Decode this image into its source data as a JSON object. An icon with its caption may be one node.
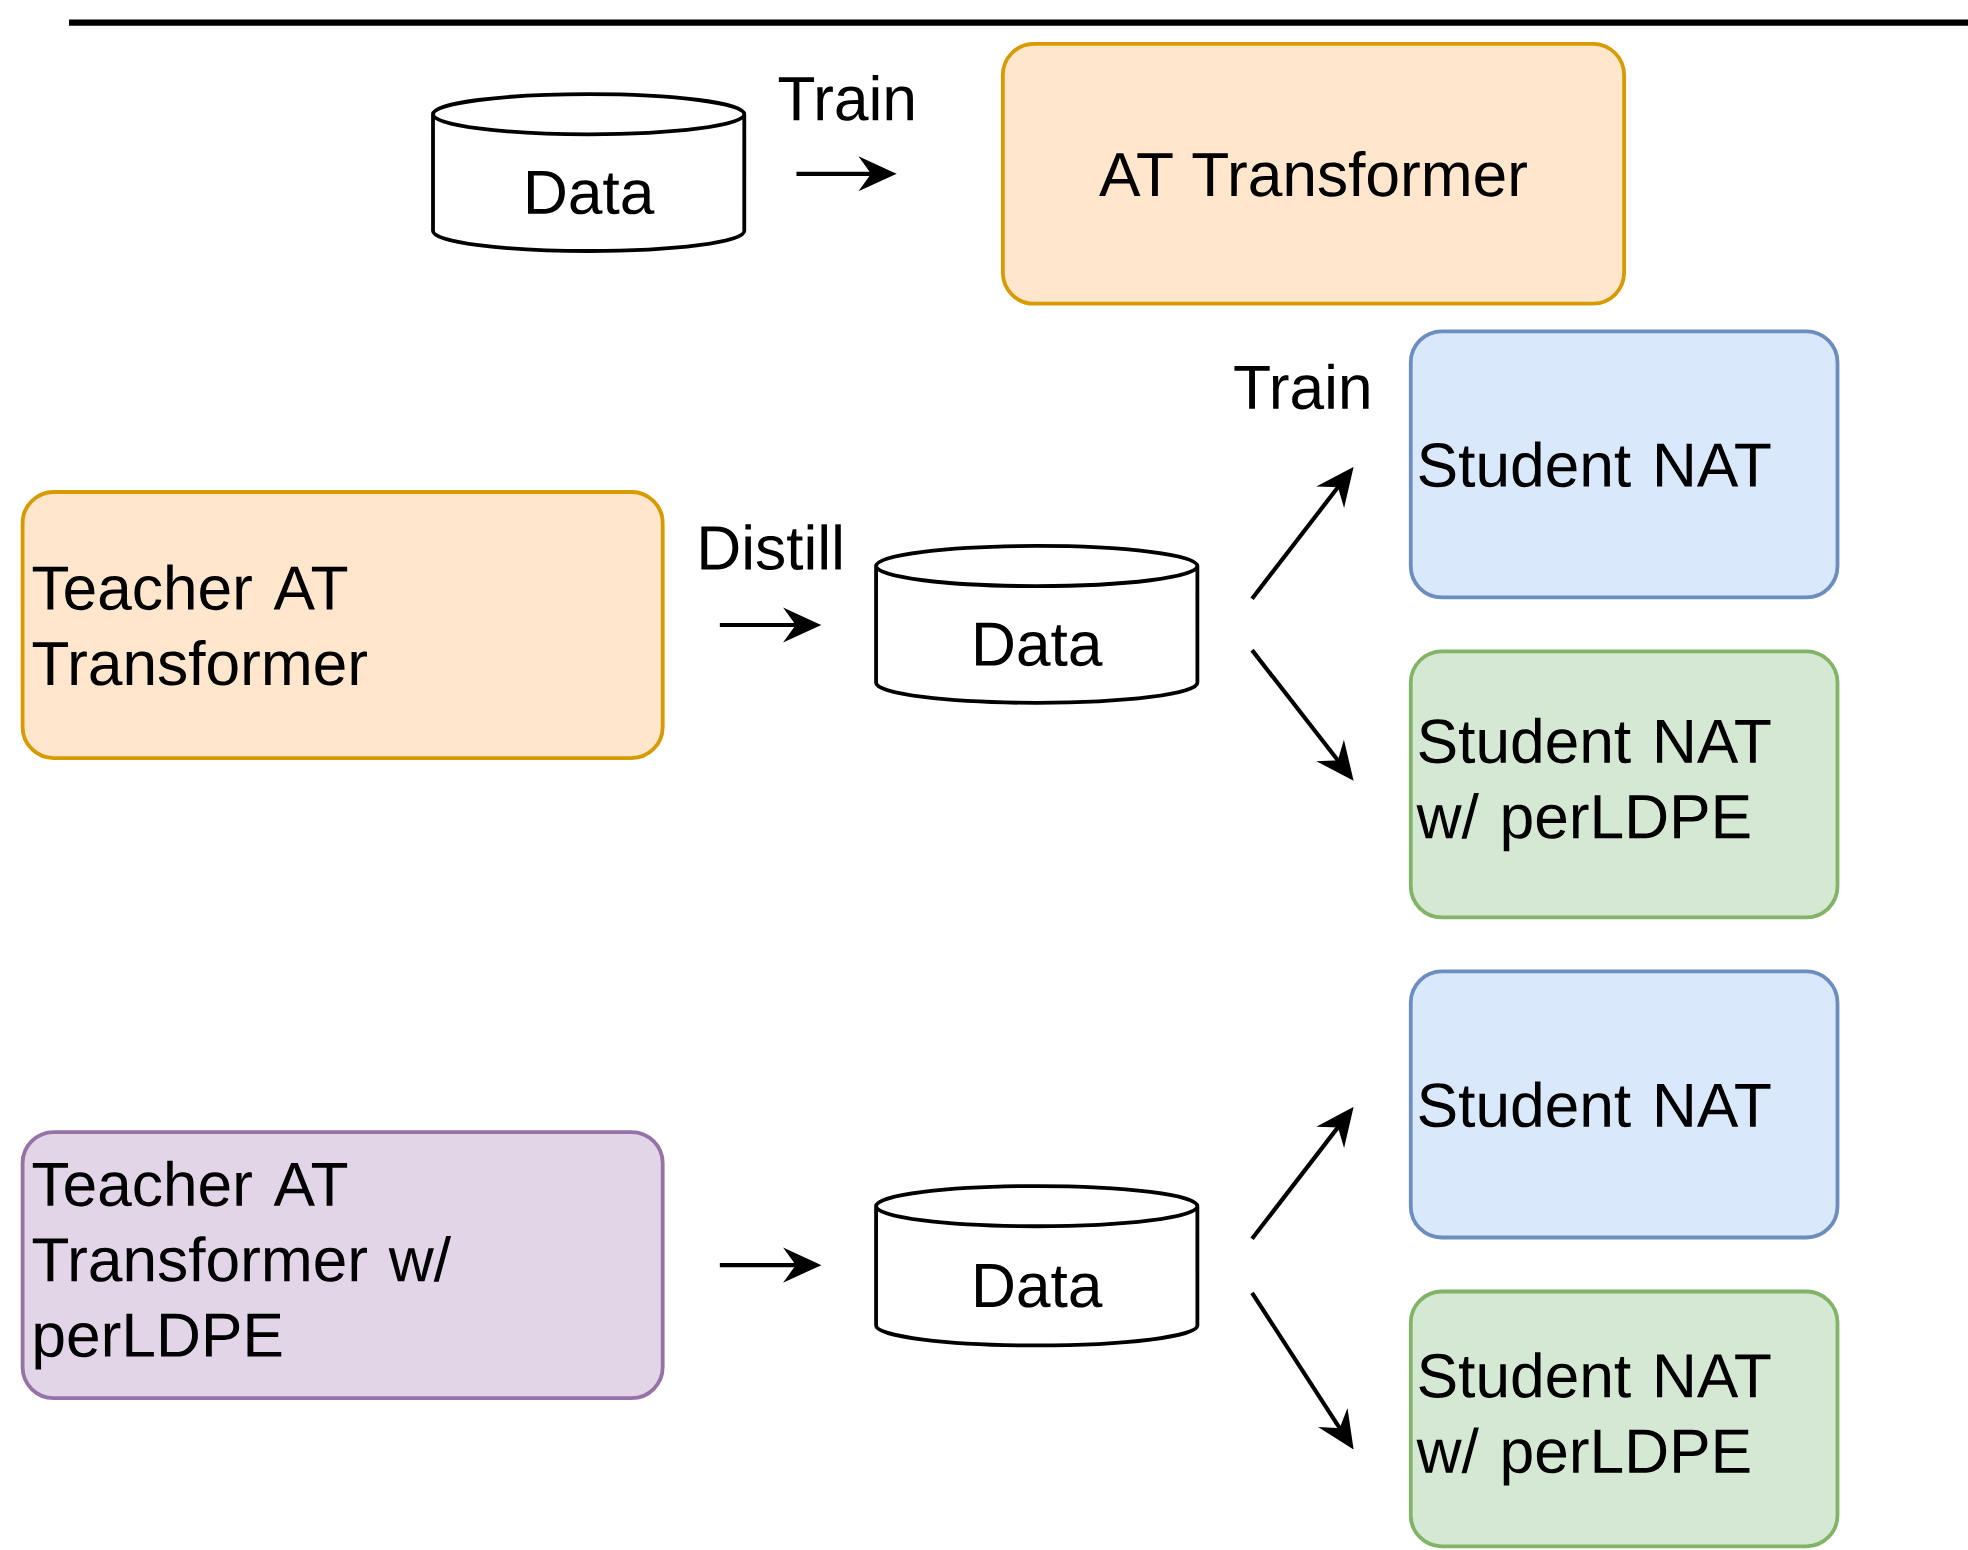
{
  "diagram": {
    "nodes": [
      {
        "text": [
          "Data"
        ]
      },
      {
        "text": [
          "AT Transformer"
        ]
      },
      {
        "text": [
          "Teacher AT Transformer"
        ]
      },
      {
        "text": [
          "Data"
        ]
      },
      {
        "text": [
          "Student NAT"
        ]
      },
      {
        "text": [
          "Student NAT w/ perLDPE"
        ]
      },
      {
        "text": [
          "Teacher AT Transformer w/ perLDPE"
        ]
      },
      {
        "text": [
          "Data"
        ]
      },
      {
        "text": [
          "Student NAT"
        ]
      },
      {
        "text": [
          "Student NAT w/ perLDPE"
        ]
      }
    ],
    "edges": [
      {
        "from": 0,
        "to": 1,
        "arrow": "to",
        "label": "Train"
      },
      {
        "from": 2,
        "to": 3,
        "arrow": "to",
        "label": "Distill"
      },
      {
        "from": 3,
        "to": 4,
        "arrow": "to",
        "label": "Train"
      },
      {
        "from": 3,
        "to": 5,
        "arrow": "to"
      },
      {
        "from": 6,
        "to": 7,
        "arrow": "to"
      },
      {
        "from": 7,
        "to": 8,
        "arrow": "to"
      },
      {
        "from": 7,
        "to": 9,
        "arrow": "to"
      }
    ]
  }
}
